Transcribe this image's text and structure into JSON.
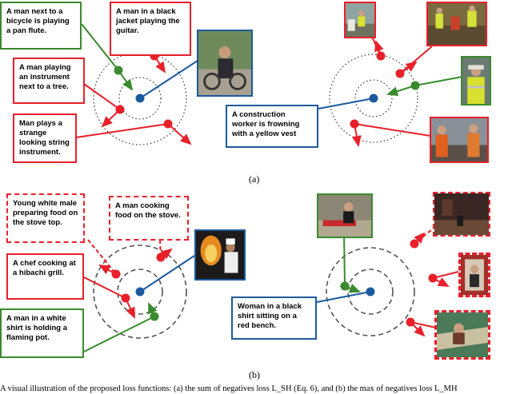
{
  "panel_a": {
    "label": "(a)",
    "anchor_text": "A construction worker is frowning with a yellow vest",
    "boxes": [
      {
        "text": "A man next to a bicycle is playing a pan flute."
      },
      {
        "text": "A man in a black jacket playing the guitar."
      },
      {
        "text": "A man playing an instrument next to a tree."
      },
      {
        "text": "Man plays a strange looking string instrument."
      }
    ]
  },
  "panel_b": {
    "label": "(b)",
    "anchor_text": "Woman in a black shirt sitting on a red bench.",
    "boxes": [
      {
        "text": "Young white male preparing food on the stove top."
      },
      {
        "text": "A man cooking food on the stove."
      },
      {
        "text": "A chef cooking at a hibachi grill."
      },
      {
        "text": "A man in a white shirt is holding a flaming pot."
      }
    ]
  },
  "caption": "A visual illustration of the proposed loss functions: (a) the sum of negatives loss L_SH (Eq. 6), and (b) the max of negatives loss L_MH",
  "colors": {
    "positive": "#3a8a2e",
    "negative": "#e8202a",
    "anchor": "#1c5a9e"
  }
}
